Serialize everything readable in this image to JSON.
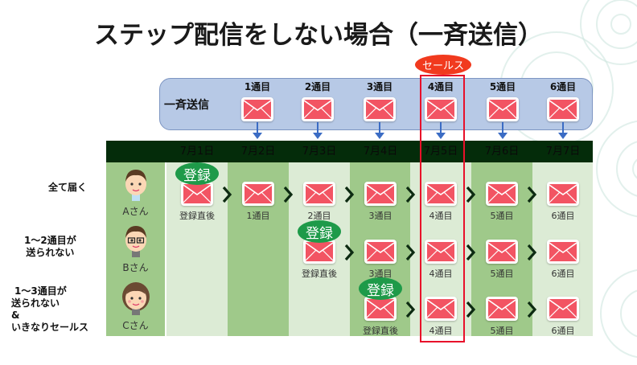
{
  "title": "ステップ配信をしない場合（一斉送信）",
  "sales_badge": "セールス",
  "bulk": {
    "label": "一斉送信",
    "items": [
      "1通目",
      "2通目",
      "3通目",
      "4通目",
      "5通目",
      "6通目"
    ]
  },
  "dates": [
    "7月1日",
    "7月2日",
    "7月3日",
    "7月4日",
    "7月5日",
    "7月6日",
    "7月7日"
  ],
  "register_label": "登録",
  "rows": [
    {
      "label_lines": [
        "全て届く"
      ],
      "person": "Aさん",
      "mails": [
        "登録直後",
        "1通目",
        "2通目",
        "3通目",
        "4通目",
        "5通目",
        "6通目"
      ]
    },
    {
      "label_lines": [
        "1～2通目が",
        "送られない"
      ],
      "person": "Bさん",
      "mails": [
        "登録直後",
        "3通目",
        "4通目",
        "5通目",
        "6通目"
      ]
    },
    {
      "label_lines": [
        "1～3通目が",
        "送られない",
        "&",
        "いきなりセールス"
      ],
      "person": "Cさん",
      "mails": [
        "登録直後",
        "4通目",
        "5通目",
        "6通目"
      ]
    }
  ],
  "colors": {
    "envelope": "#f25463",
    "register_badge": "#1e9a49",
    "sales_badge": "#f13a1e",
    "highlight_border": "#e8102a",
    "bulk_box": "#b7c9e6",
    "header_bar": "#042c0a",
    "cell_dark": "#9fc98a",
    "cell_light": "#dcebd5",
    "arrow": "#3b6cc4"
  }
}
